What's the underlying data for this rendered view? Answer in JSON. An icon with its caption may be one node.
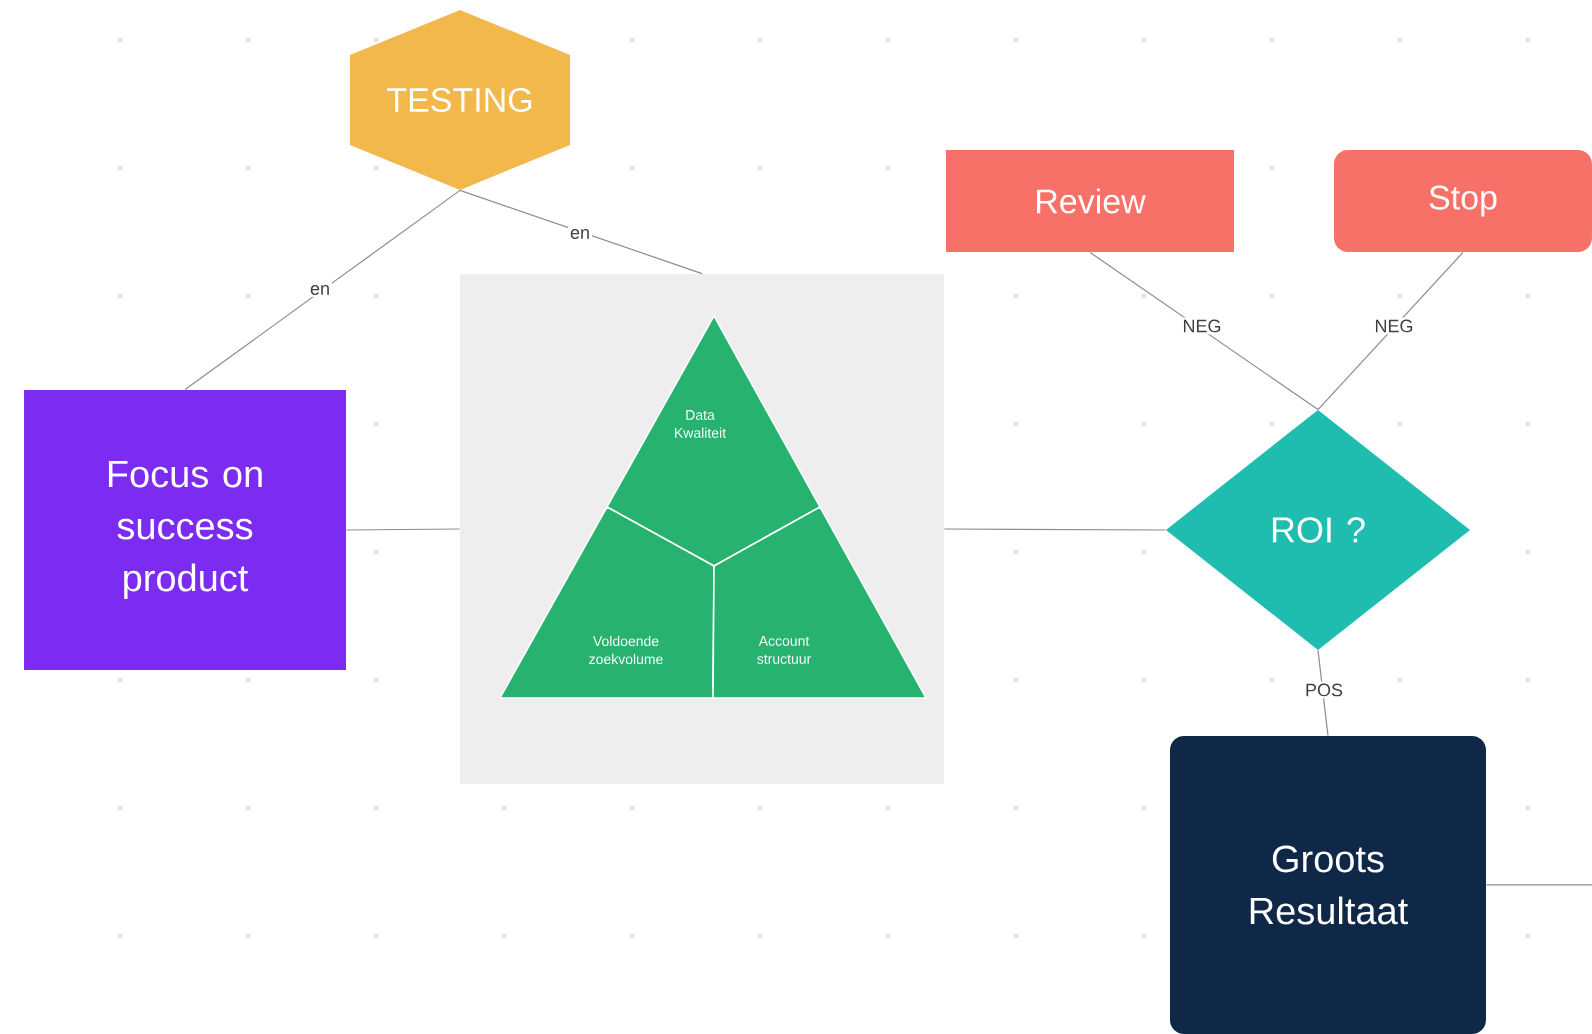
{
  "diagram": {
    "nodes": [
      {
        "text": [
          "TESTING"
        ]
      },
      {
        "text": [
          "Focus on success product"
        ]
      },
      {
        "text": [],
        "shape": "box"
      },
      {
        "text": [
          "Data Kwaliteit"
        ],
        "in": 2
      },
      {
        "text": [
          "Voldoende zoekvolume"
        ],
        "in": 2
      },
      {
        "text": [
          "Account structuur"
        ],
        "in": 2
      },
      {
        "text": [
          "Review"
        ]
      },
      {
        "text": [
          "Stop"
        ]
      },
      {
        "text": [
          "ROI ?"
        ]
      },
      {
        "text": [
          "Groots Resultaat"
        ]
      }
    ],
    "edges": [
      {
        "from": 0,
        "to": 1,
        "arrow": "none",
        "label": "en"
      },
      {
        "from": 0,
        "to": 2,
        "arrow": "none",
        "label": "en"
      },
      {
        "from": 1,
        "to": 2,
        "arrow": "none"
      },
      {
        "from": 2,
        "to": 8,
        "arrow": "none"
      },
      {
        "from": 8,
        "to": 6,
        "arrow": "none",
        "label": "NEG"
      },
      {
        "from": 8,
        "to": 7,
        "arrow": "none",
        "label": "NEG"
      },
      {
        "from": 8,
        "to": 9,
        "arrow": "none",
        "label": "POS"
      },
      {
        "from": 9,
        "to": null,
        "arrow": "none"
      }
    ]
  }
}
